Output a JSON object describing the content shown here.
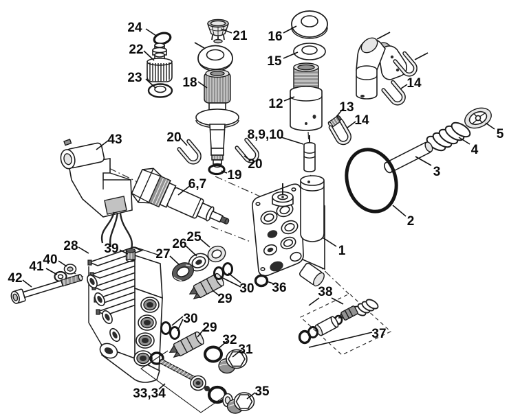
{
  "diagram": {
    "background": "#ffffff",
    "line_color": "#1b1b1b",
    "callouts": {
      "c1": "1",
      "c2": "2",
      "c3": "3",
      "c4": "4",
      "c5": "5",
      "c67": "6,7",
      "c8910": "8,9,10",
      "c12": "12",
      "c13": "13",
      "c14a": "14",
      "c14b": "14",
      "c15": "15",
      "c16": "16",
      "c18": "18",
      "c19": "19",
      "c20a": "20",
      "c20b": "20",
      "c21": "21",
      "c22": "22",
      "c23": "23",
      "c24": "24",
      "c25": "25",
      "c26": "26",
      "c27": "27",
      "c28": "28",
      "c29a": "29",
      "c29b": "29",
      "c30a": "30",
      "c30b": "30",
      "c31": "31",
      "c32": "32",
      "c3334": "33,34",
      "c35": "35",
      "c36": "36",
      "c37": "37",
      "c38": "38",
      "c39": "39",
      "c40": "40",
      "c41": "41",
      "c42": "42",
      "c43": "43"
    }
  }
}
